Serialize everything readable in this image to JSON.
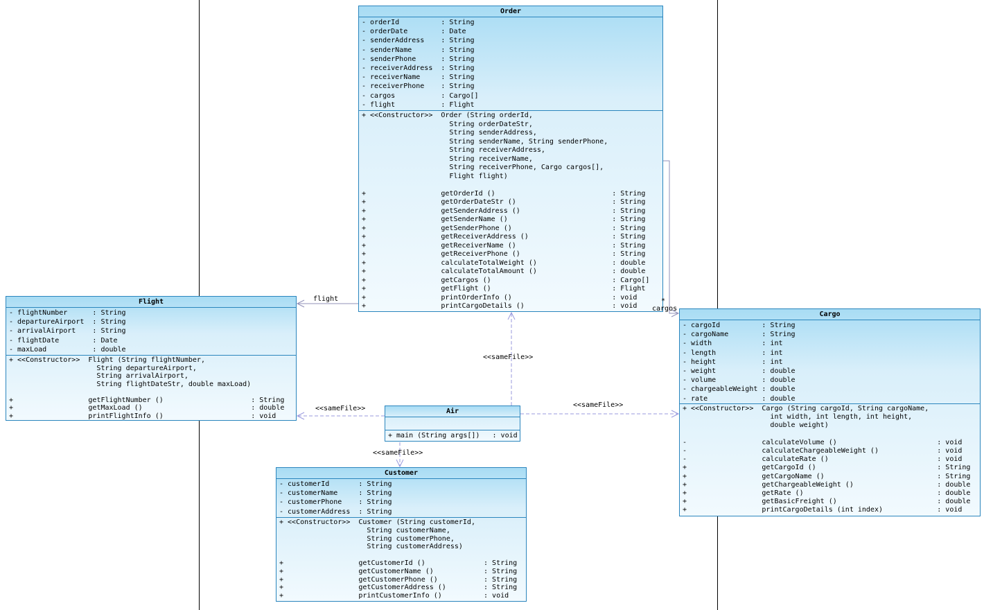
{
  "classes": {
    "order": {
      "title": "Order",
      "attributes": [
        {
          "vis": "-",
          "name": "orderId",
          "type": "String"
        },
        {
          "vis": "-",
          "name": "orderDate",
          "type": "Date"
        },
        {
          "vis": "-",
          "name": "senderAddress",
          "type": "String"
        },
        {
          "vis": "-",
          "name": "senderName",
          "type": "String"
        },
        {
          "vis": "-",
          "name": "senderPhone",
          "type": "String"
        },
        {
          "vis": "-",
          "name": "receiverAddress",
          "type": "String"
        },
        {
          "vis": "-",
          "name": "receiverName",
          "type": "String"
        },
        {
          "vis": "-",
          "name": "receiverPhone",
          "type": "String"
        },
        {
          "vis": "-",
          "name": "cargos",
          "type": "Cargo[]"
        },
        {
          "vis": "-",
          "name": "flight",
          "type": "Flight"
        }
      ],
      "methods": [
        {
          "vis": "+",
          "stereotype": "<<Constructor>>",
          "text": "Order (String orderId,"
        },
        {
          "cont": "String orderDateStr,"
        },
        {
          "cont": "String senderAddress,"
        },
        {
          "cont": "String senderName, String senderPhone,"
        },
        {
          "cont": "String receiverAddress,"
        },
        {
          "cont": "String receiverName,"
        },
        {
          "cont": "String receiverPhone, Cargo cargos[],"
        },
        {
          "cont": "Flight flight)"
        },
        {
          "blank": true
        },
        {
          "vis": "+",
          "name": "getOrderId ()",
          "type": "String"
        },
        {
          "vis": "+",
          "name": "getOrderDateStr ()",
          "type": "String"
        },
        {
          "vis": "+",
          "name": "getSenderAddress ()",
          "type": "String"
        },
        {
          "vis": "+",
          "name": "getSenderName ()",
          "type": "String"
        },
        {
          "vis": "+",
          "name": "getSenderPhone ()",
          "type": "String"
        },
        {
          "vis": "+",
          "name": "getReceiverAddress ()",
          "type": "String"
        },
        {
          "vis": "+",
          "name": "getReceiverName ()",
          "type": "String"
        },
        {
          "vis": "+",
          "name": "getReceiverPhone ()",
          "type": "String"
        },
        {
          "vis": "+",
          "name": "calculateTotalWeight ()",
          "type": "double"
        },
        {
          "vis": "+",
          "name": "calculateTotalAmount ()",
          "type": "double"
        },
        {
          "vis": "+",
          "name": "getCargos ()",
          "type": "Cargo[]"
        },
        {
          "vis": "+",
          "name": "getFlight ()",
          "type": "Flight"
        },
        {
          "vis": "+",
          "name": "printOrderInfo ()",
          "type": "void"
        },
        {
          "vis": "+",
          "name": "printCargoDetails ()",
          "type": "void"
        }
      ]
    },
    "flight": {
      "title": "Flight",
      "attributes": [
        {
          "vis": "-",
          "name": "flightNumber",
          "type": "String"
        },
        {
          "vis": "-",
          "name": "departureAirport",
          "type": "String"
        },
        {
          "vis": "-",
          "name": "arrivalAirport",
          "type": "String"
        },
        {
          "vis": "-",
          "name": "flightDate",
          "type": "Date"
        },
        {
          "vis": "-",
          "name": "maxLoad",
          "type": "double"
        }
      ],
      "methods": [
        {
          "vis": "+",
          "stereotype": "<<Constructor>>",
          "text": "Flight (String flightNumber,"
        },
        {
          "cont": "String departureAirport,"
        },
        {
          "cont": "String arrivalAirport,"
        },
        {
          "cont": "String flightDateStr, double maxLoad)"
        },
        {
          "blank": true
        },
        {
          "vis": "+",
          "name": "getFlightNumber ()",
          "type": "String"
        },
        {
          "vis": "+",
          "name": "getMaxLoad ()",
          "type": "double"
        },
        {
          "vis": "+",
          "name": "printFlightInfo ()",
          "type": "void"
        }
      ]
    },
    "cargo": {
      "title": "Cargo",
      "attributes": [
        {
          "vis": "-",
          "name": "cargoId",
          "type": "String"
        },
        {
          "vis": "-",
          "name": "cargoName",
          "type": "String"
        },
        {
          "vis": "-",
          "name": "width",
          "type": "int"
        },
        {
          "vis": "-",
          "name": "length",
          "type": "int"
        },
        {
          "vis": "-",
          "name": "height",
          "type": "int"
        },
        {
          "vis": "-",
          "name": "weight",
          "type": "double"
        },
        {
          "vis": "-",
          "name": "volume",
          "type": "double"
        },
        {
          "vis": "-",
          "name": "chargeableWeight",
          "type": "double"
        },
        {
          "vis": "-",
          "name": "rate",
          "type": "double"
        }
      ],
      "methods": [
        {
          "vis": "+",
          "stereotype": "<<Constructor>>",
          "text": "Cargo (String cargoId, String cargoName,"
        },
        {
          "cont": "int width, int length, int height,"
        },
        {
          "cont": "double weight)"
        },
        {
          "blank": true
        },
        {
          "vis": "-",
          "name": "calculateVolume ()",
          "type": "void"
        },
        {
          "vis": "-",
          "name": "calculateChargeableWeight ()",
          "type": "void"
        },
        {
          "vis": "-",
          "name": "calculateRate ()",
          "type": "void"
        },
        {
          "vis": "+",
          "name": "getCargoId ()",
          "type": "String"
        },
        {
          "vis": "+",
          "name": "getCargoName ()",
          "type": "String"
        },
        {
          "vis": "+",
          "name": "getChargeableWeight ()",
          "type": "double"
        },
        {
          "vis": "+",
          "name": "getRate ()",
          "type": "double"
        },
        {
          "vis": "+",
          "name": "getBasicFreight ()",
          "type": "double"
        },
        {
          "vis": "+",
          "name": "printCargoDetails (int index)",
          "type": "void"
        }
      ]
    },
    "air": {
      "title": "Air",
      "attributes": [],
      "methods": [
        {
          "vis": "+",
          "name": "main (String args[])",
          "type": "void"
        }
      ]
    },
    "customer": {
      "title": "Customer",
      "attributes": [
        {
          "vis": "-",
          "name": "customerId",
          "type": "String"
        },
        {
          "vis": "-",
          "name": "customerName",
          "type": "String"
        },
        {
          "vis": "-",
          "name": "customerPhone",
          "type": "String"
        },
        {
          "vis": "-",
          "name": "customerAddress",
          "type": "String"
        }
      ],
      "methods": [
        {
          "vis": "+",
          "stereotype": "<<Constructor>>",
          "text": "Customer (String customerId,"
        },
        {
          "cont": "String customerName,"
        },
        {
          "cont": "String customerPhone,"
        },
        {
          "cont": "String customerAddress)"
        },
        {
          "blank": true
        },
        {
          "vis": "+",
          "name": "getCustomerId ()",
          "type": "String"
        },
        {
          "vis": "+",
          "name": "getCustomerName ()",
          "type": "String"
        },
        {
          "vis": "+",
          "name": "getCustomerPhone ()",
          "type": "String"
        },
        {
          "vis": "+",
          "name": "getCustomerAddress ()",
          "type": "String"
        },
        {
          "vis": "+",
          "name": "printCustomerInfo ()",
          "type": "void"
        }
      ]
    }
  },
  "edges": {
    "order_flight": {
      "label": "flight"
    },
    "order_cargo": {
      "label": "cargos",
      "multiplicity": "*"
    },
    "samefile_label": "<<sameFile>>"
  },
  "colors": {
    "box_border": "#2a85bd",
    "box_fill_top": "#a8dcf4",
    "dependency_line": "#9a9ade",
    "association_line": "#9090b8",
    "page_border": "#000000"
  }
}
